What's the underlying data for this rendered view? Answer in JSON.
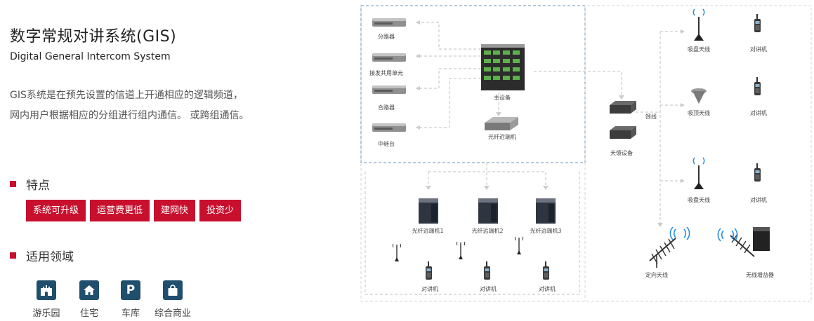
{
  "header": {
    "title": "数字常规对讲系统(GIS)",
    "subtitle": "Digital General Intercom System"
  },
  "description": {
    "line1": "GIS系统是在预先设置的信道上开通相应的逻辑频道，",
    "line2": "网内用户根据相应的分组进行组内通信。 或跨组通信。"
  },
  "features": {
    "heading": "特点",
    "tags": [
      "系统可升级",
      "运营费更低",
      "建网快",
      "投资少"
    ]
  },
  "applications": {
    "heading": "适用领域",
    "items": [
      {
        "label": "游乐园",
        "icon": "castle-icon"
      },
      {
        "label": "住宅",
        "icon": "home-icon"
      },
      {
        "label": "车库",
        "icon": "parking-icon",
        "glyph": "P"
      },
      {
        "label": "综合商业",
        "icon": "shopping-bag-icon"
      }
    ]
  },
  "diagram": {
    "left_devices": [
      "分路器",
      "接发共用单元",
      "合路器",
      "中继台"
    ],
    "main_device": "主设备",
    "optical_near": "光纤近端机",
    "remote_units": [
      "光纤远端机1",
      "光纤远端机2",
      "光纤远端机3"
    ],
    "radio_label": "对讲机",
    "feeder_device": "天馈设备",
    "feeder_line": "馈线",
    "antennas": [
      "吸盘天线",
      "吸顶天线",
      "吸盘天线"
    ],
    "directional_antenna": "定向天线",
    "wireless_booster": "无线增益器"
  },
  "colors": {
    "accent": "#c8102e",
    "icon_bg": "#1f4f6c",
    "frame_blue": "#6a93b8",
    "dash_gray": "#cccccc"
  }
}
